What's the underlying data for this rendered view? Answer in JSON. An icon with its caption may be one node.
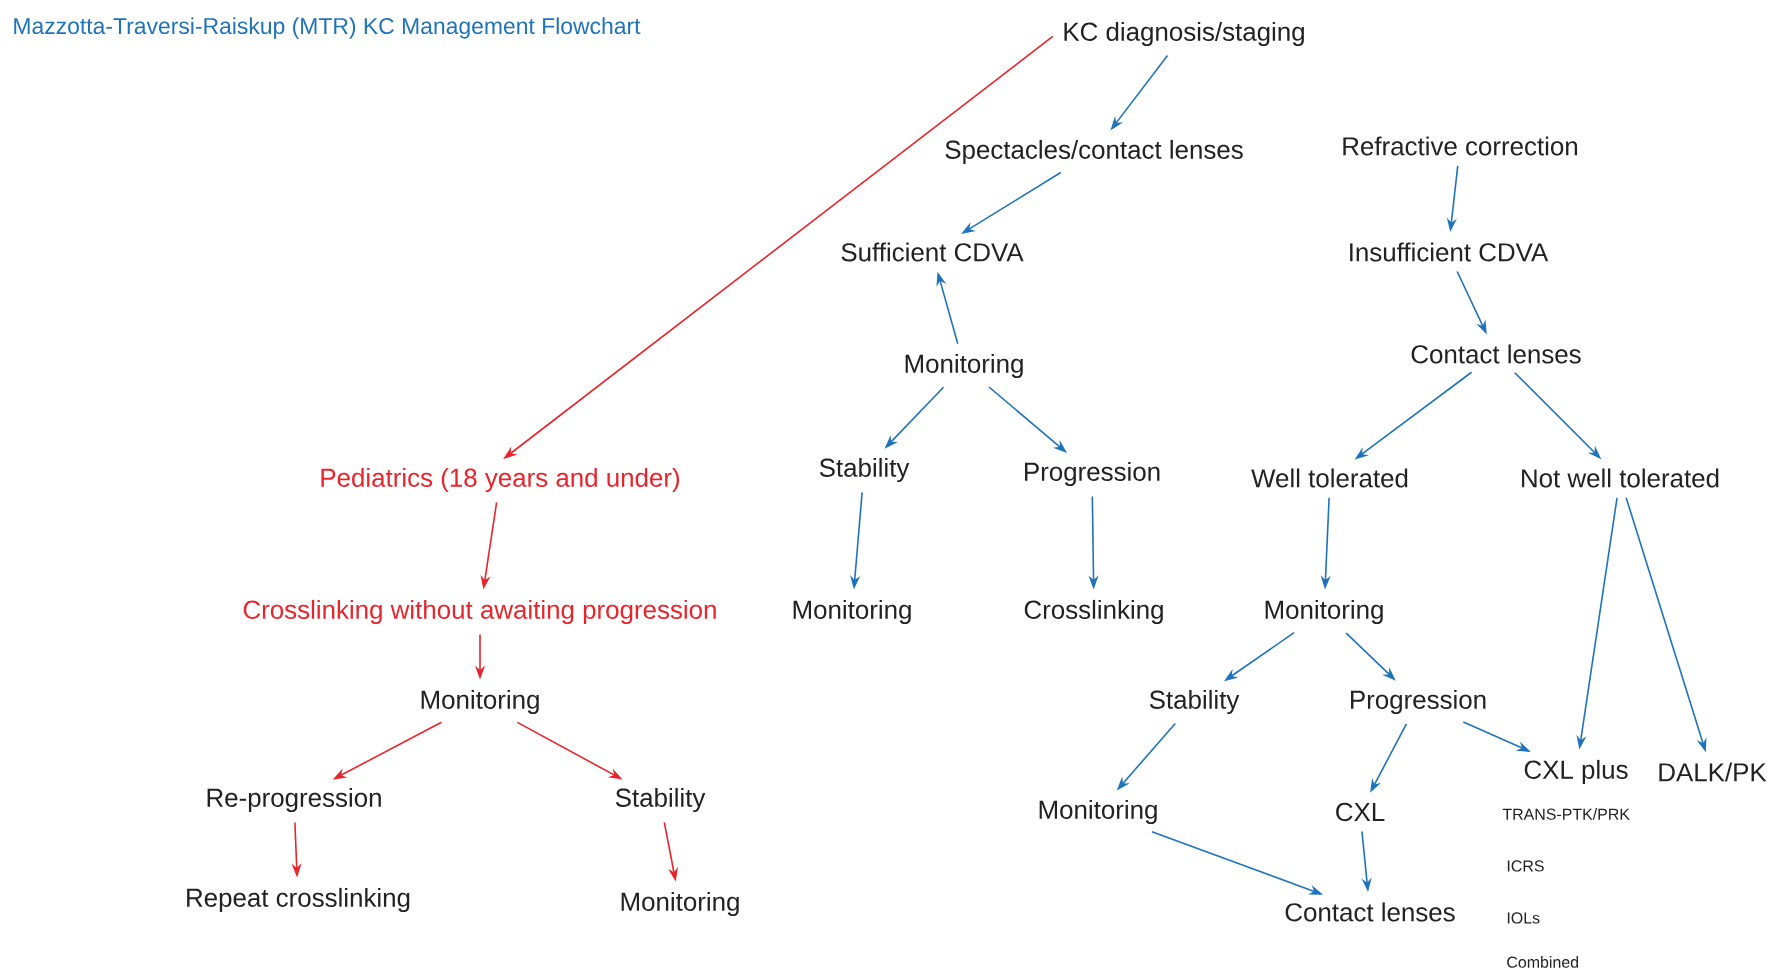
{
  "diagram": {
    "title": "Mazzotta-Traversi-Raiskup (MTR) KC Management Flowchart",
    "nodes": [
      {
        "text": [
          "KC diagnosis/staging"
        ]
      },
      {
        "text": [
          "Spectacles/contact lenses"
        ]
      },
      {
        "text": [
          "Refractive correction"
        ]
      },
      {
        "text": [
          "Sufficient CDVA"
        ]
      },
      {
        "text": [
          "Insufficient CDVA"
        ]
      },
      {
        "text": [
          "Monitoring"
        ]
      },
      {
        "text": [
          "Contact lenses"
        ]
      },
      {
        "text": [
          "Pediatrics (18 years and under)"
        ]
      },
      {
        "text": [
          "Stability"
        ]
      },
      {
        "text": [
          "Progression"
        ]
      },
      {
        "text": [
          "Well tolerated"
        ]
      },
      {
        "text": [
          "Not well tolerated"
        ]
      },
      {
        "text": [
          "Crosslinking without awaiting progression"
        ]
      },
      {
        "text": [
          "Monitoring"
        ]
      },
      {
        "text": [
          "Crosslinking"
        ]
      },
      {
        "text": [
          "Monitoring"
        ]
      },
      {
        "text": [
          "Monitoring"
        ]
      },
      {
        "text": [
          "Stability"
        ]
      },
      {
        "text": [
          "Progression"
        ]
      },
      {
        "text": [
          "Re-progression"
        ]
      },
      {
        "text": [
          "Stability"
        ]
      },
      {
        "text": [
          "Monitoring"
        ]
      },
      {
        "text": [
          "CXL"
        ]
      },
      {
        "text": [
          "CXL plus"
        ],
        "beside": [
          "TRANS-PTK/PRK",
          "ICRS",
          "IOLs",
          "Combined"
        ]
      },
      {
        "text": [
          "DALK/PK"
        ]
      },
      {
        "text": [
          "Repeat crosslinking"
        ]
      },
      {
        "text": [
          "Monitoring"
        ]
      },
      {
        "text": [
          "Contact lenses"
        ]
      }
    ],
    "edges": [
      {
        "from": 0,
        "to": 1,
        "arrow": "to"
      },
      {
        "from": 0,
        "to": 7,
        "arrow": "to",
        "color": "#e8242c"
      },
      {
        "from": 1,
        "to": 3,
        "arrow": "to"
      },
      {
        "from": 2,
        "to": 4,
        "arrow": "to"
      },
      {
        "from": 5,
        "to": 3,
        "arrow": "to"
      },
      {
        "from": 4,
        "to": 6,
        "arrow": "to"
      },
      {
        "from": 5,
        "to": 8,
        "arrow": "to"
      },
      {
        "from": 5,
        "to": 9,
        "arrow": "to"
      },
      {
        "from": 6,
        "to": 10,
        "arrow": "to"
      },
      {
        "from": 6,
        "to": 11,
        "arrow": "to"
      },
      {
        "from": 7,
        "to": 12,
        "arrow": "to",
        "color": "#e8242c"
      },
      {
        "from": 8,
        "to": 13,
        "arrow": "to"
      },
      {
        "from": 9,
        "to": 14,
        "arrow": "to"
      },
      {
        "from": 10,
        "to": 15,
        "arrow": "to"
      },
      {
        "from": 11,
        "to": 23,
        "arrow": "to"
      },
      {
        "from": 11,
        "to": 24,
        "arrow": "to"
      },
      {
        "from": 12,
        "to": 16,
        "arrow": "to",
        "color": "#e8242c"
      },
      {
        "from": 15,
        "to": 17,
        "arrow": "to"
      },
      {
        "from": 15,
        "to": 18,
        "arrow": "to"
      },
      {
        "from": 16,
        "to": 19,
        "arrow": "to",
        "color": "#e8242c"
      },
      {
        "from": 16,
        "to": 20,
        "arrow": "to",
        "color": "#e8242c"
      },
      {
        "from": 17,
        "to": 21,
        "arrow": "to"
      },
      {
        "from": 18,
        "to": 22,
        "arrow": "to"
      },
      {
        "from": 18,
        "to": 23,
        "arrow": "to"
      },
      {
        "from": 19,
        "to": 25,
        "arrow": "to",
        "color": "#e8242c"
      },
      {
        "from": 20,
        "to": 26,
        "arrow": "to",
        "color": "#e8242c"
      },
      {
        "from": 21,
        "to": 27,
        "arrow": "to"
      },
      {
        "from": 22,
        "to": 27,
        "arrow": "to"
      }
    ]
  }
}
